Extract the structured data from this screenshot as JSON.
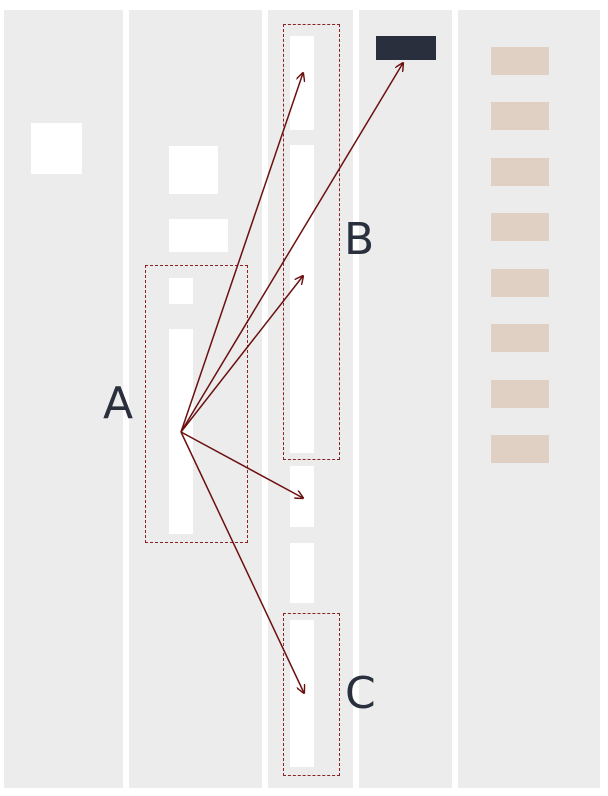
{
  "labels": {
    "a": "A",
    "b": "B",
    "c": "C"
  },
  "colors": {
    "column_bg": "#ececec",
    "gutter": "#ffffff",
    "block": "#ffffff",
    "dark_block": "#2a2f3d",
    "tan_block": "#dfd0c3",
    "arrow": "#6b1010",
    "selection_border": "#8b2323",
    "label_text": "#2a2f3d"
  },
  "columns": [
    {
      "name": "column-1"
    },
    {
      "name": "column-2"
    },
    {
      "name": "column-3"
    },
    {
      "name": "column-4"
    },
    {
      "name": "column-5"
    }
  ],
  "regions": [
    {
      "name": "region-a",
      "label_key": "a"
    },
    {
      "name": "region-b",
      "label_key": "b"
    },
    {
      "name": "region-c",
      "label_key": "c"
    }
  ],
  "arrows": [
    {
      "from": "region-a",
      "to": "column-3-block-1"
    },
    {
      "from": "region-a",
      "to": "column-4-dark-block"
    },
    {
      "from": "region-a",
      "to": "column-3-block-2"
    },
    {
      "from": "region-a",
      "to": "column-3-block-3"
    },
    {
      "from": "region-a",
      "to": "column-3-block-5"
    }
  ]
}
